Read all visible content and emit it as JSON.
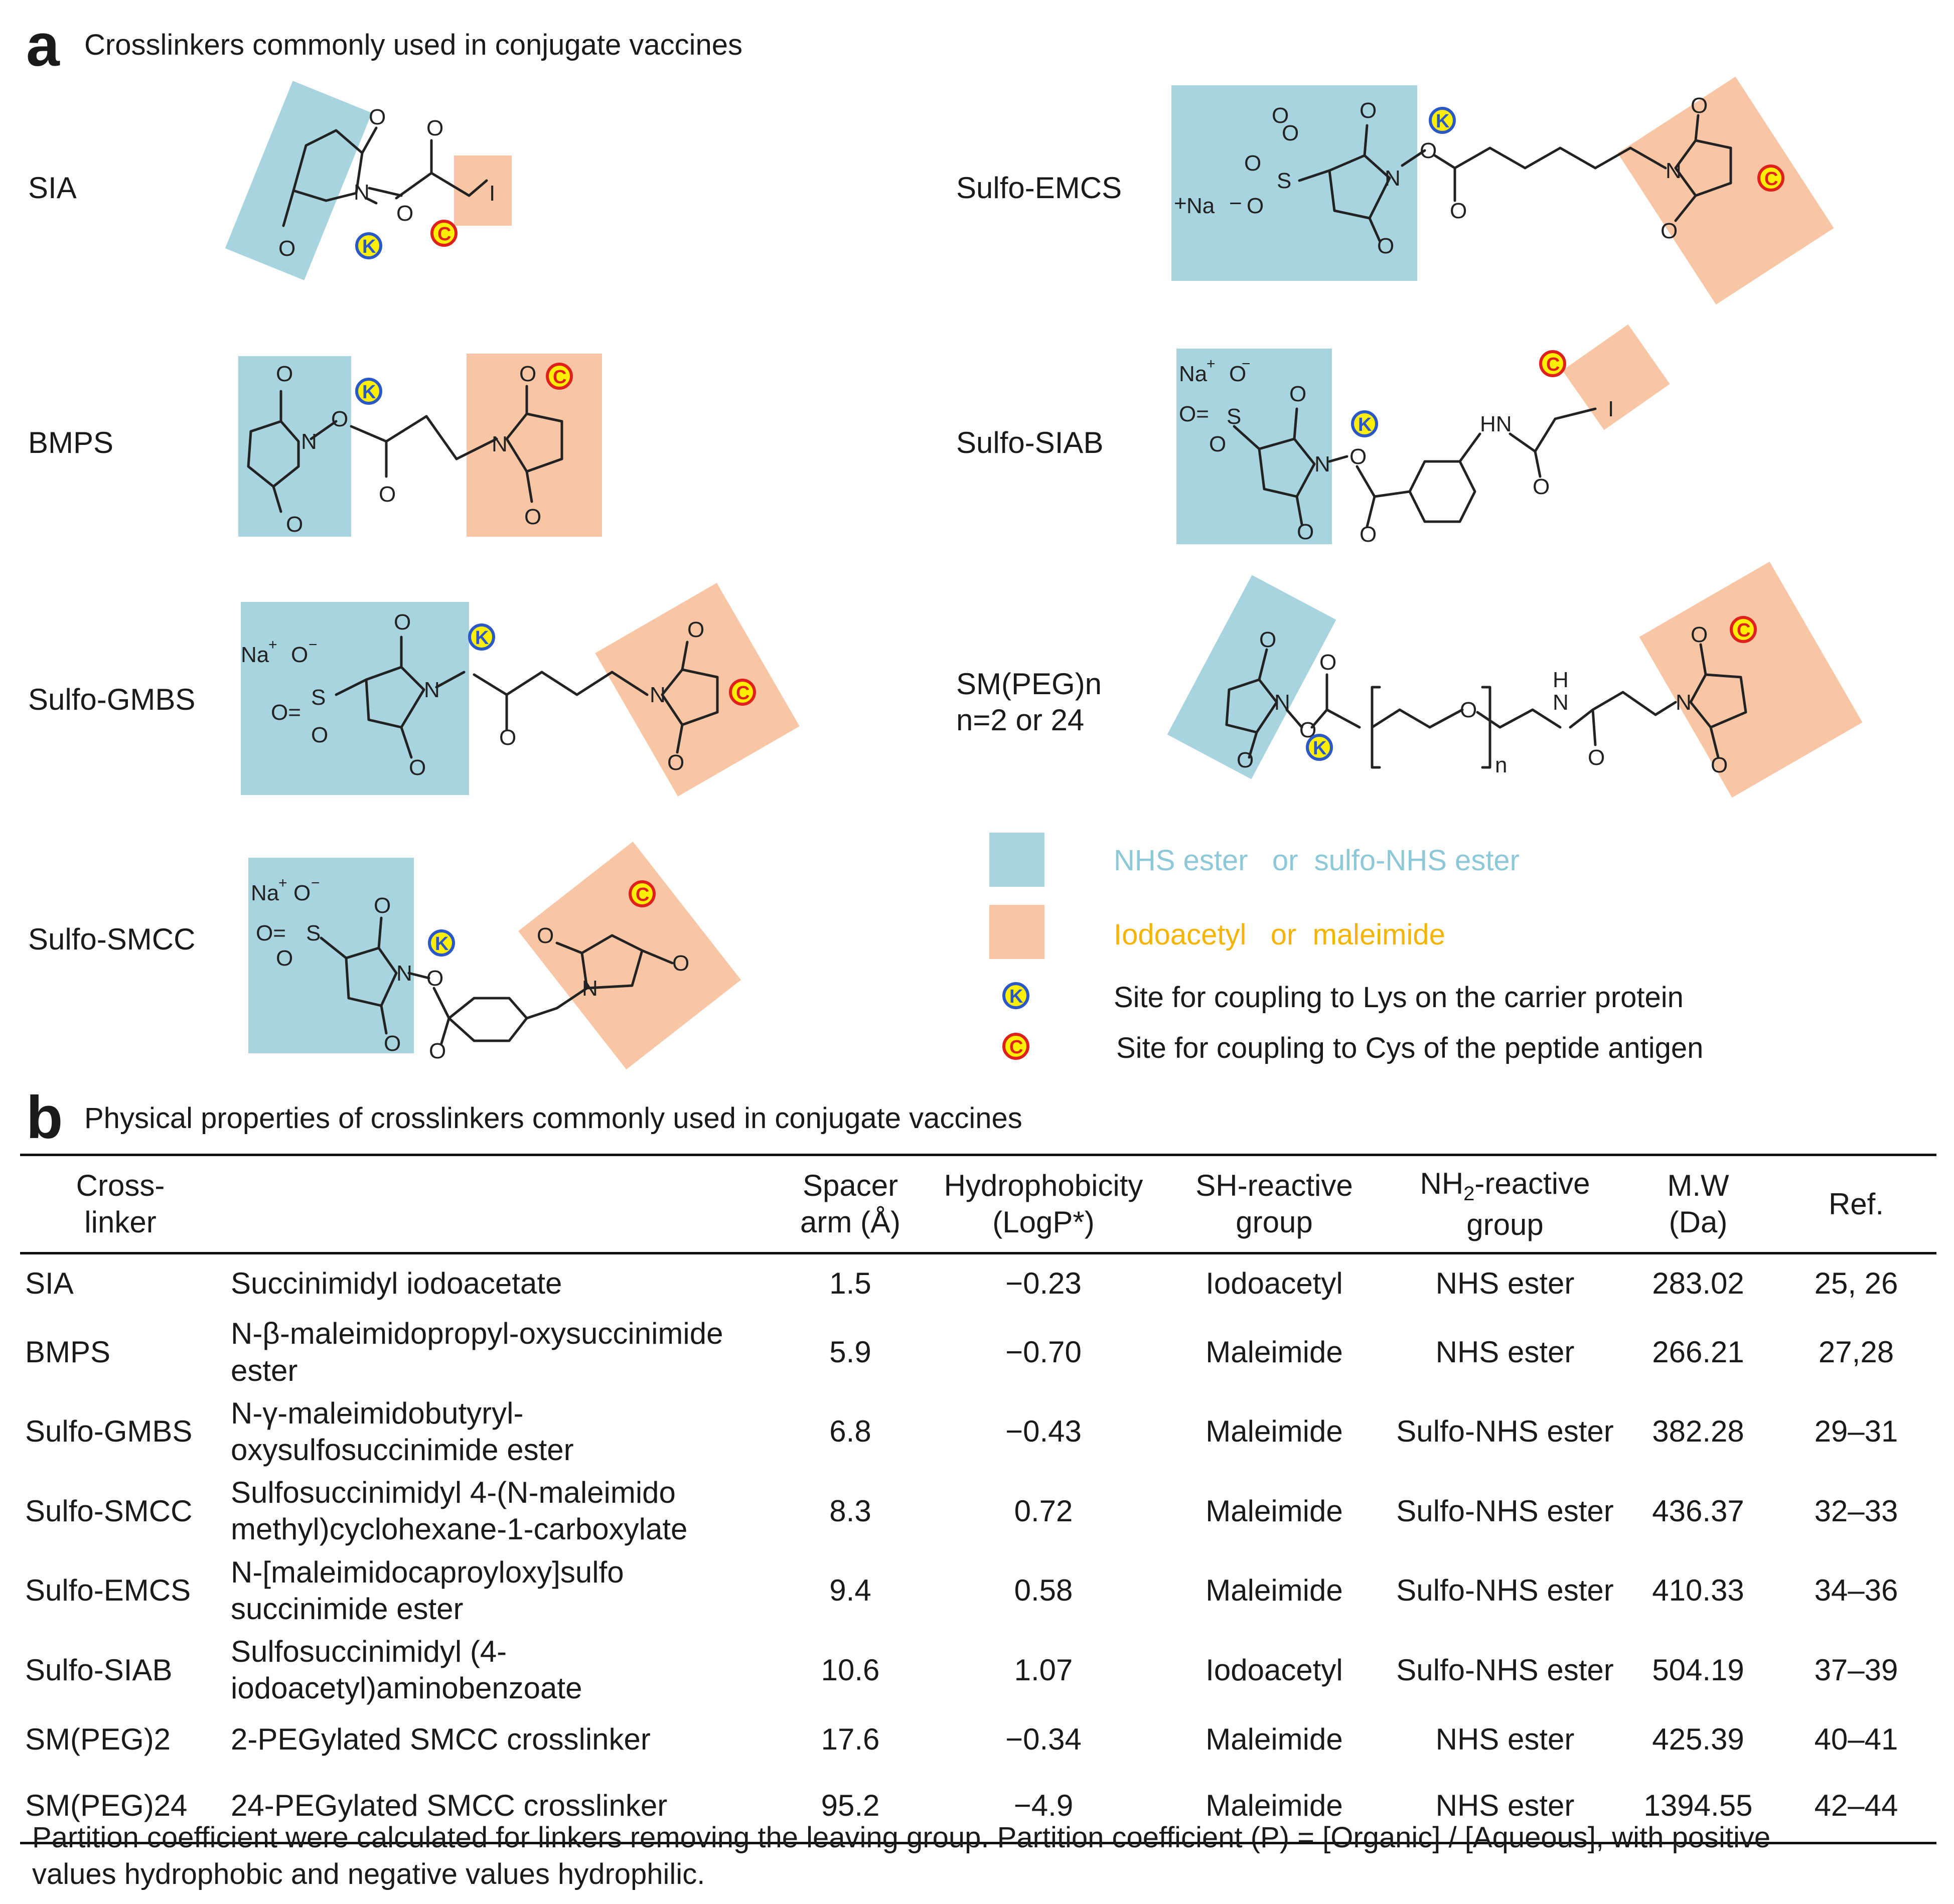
{
  "panel_a": {
    "letter": "a",
    "title": "Crosslinkers commonly used in conjugate vaccines",
    "molecules": {
      "sia": "SIA",
      "bmps": "BMPS",
      "sulfo_gmbs": "Sulfo-GMBS",
      "sulfo_smcc": "Sulfo-SMCC",
      "sulfo_emcs": "Sulfo-EMCS",
      "sulfo_siab": "Sulfo-SIAB",
      "sm_peg_line1": "SM(PEG)n",
      "sm_peg_line2": "n=2 or 24"
    },
    "legend": {
      "nhs": "NHS ester   or  sulfo-NHS ester",
      "iodo": "Iodoacetyl   or  maleimide",
      "k_site": "Site for coupling to Lys on the carrier protein",
      "c_site": "Site for coupling to Cys of the peptide antigen",
      "nhs_color": "#a8d4df",
      "iodo_color": "#f8c6a4",
      "nhs_text_color": "#8cc8d8",
      "iodo_text_color": "#f4b400"
    },
    "badges": {
      "k": "K",
      "c": "C"
    }
  },
  "panel_b": {
    "letter": "b",
    "title": "Physical properties of crosslinkers commonly used in conjugate vaccines",
    "headers": {
      "crosslinker_1": "Cross-",
      "crosslinker_2": "linker",
      "spacer_1": "Spacer",
      "spacer_2": "arm (Å)",
      "hydro_1": "Hydrophobicity",
      "hydro_2": "(LogP*)",
      "sh_1": "SH-reactive",
      "sh_2": "group",
      "nh_1a": "NH",
      "nh_1sub": "2",
      "nh_1b": "-reactive",
      "nh_2": "group",
      "mw_1": "M.W",
      "mw_2": "(Da)",
      "ref": "Ref."
    },
    "rows": [
      {
        "name": "SIA",
        "full": "Succinimidyl iodoacetate",
        "spacer": "1.5",
        "logp": "−0.23",
        "sh": "Iodoacetyl",
        "nh2": "NHS ester",
        "mw": "283.02",
        "ref": "25, 26"
      },
      {
        "name": "BMPS",
        "full": "N-β-maleimidopropyl-oxysuccinimide ester",
        "spacer": "5.9",
        "logp": "−0.70",
        "sh": "Maleimide",
        "nh2": "NHS ester",
        "mw": "266.21",
        "ref": "27,28"
      },
      {
        "name": "Sulfo-GMBS",
        "full": "N-γ-maleimidobutyryl-oxysulfosuccinimide ester",
        "spacer": "6.8",
        "logp": "−0.43",
        "sh": "Maleimide",
        "nh2": "Sulfo-NHS ester",
        "mw": "382.28",
        "ref": "29–31"
      },
      {
        "name": "Sulfo-SMCC",
        "full": "Sulfosuccinimidyl 4-(N-maleimido methyl)cyclohexane-1-carboxylate",
        "spacer": "8.3",
        "logp": "0.72",
        "sh": "Maleimide",
        "nh2": "Sulfo-NHS ester",
        "mw": "436.37",
        "ref": "32–33"
      },
      {
        "name": "Sulfo-EMCS",
        "full": "N-[maleimidocaproyloxy]sulfo succinimide ester",
        "spacer": "9.4",
        "logp": "0.58",
        "sh": "Maleimide",
        "nh2": "Sulfo-NHS ester",
        "mw": "410.33",
        "ref": "34–36"
      },
      {
        "name": "Sulfo-SIAB",
        "full": "Sulfosuccinimidyl (4-iodoacetyl)aminobenzoate",
        "spacer": "10.6",
        "logp": "1.07",
        "sh": "Iodoacetyl",
        "nh2": "Sulfo-NHS ester",
        "mw": "504.19",
        "ref": "37–39"
      },
      {
        "name": "SM(PEG)2",
        "full": "2-PEGylated SMCC crosslinker",
        "spacer": "17.6",
        "logp": "−0.34",
        "sh": "Maleimide",
        "nh2": "NHS ester",
        "mw": "425.39",
        "ref": "40–41"
      },
      {
        "name": "SM(PEG)24",
        "full": "24-PEGylated SMCC crosslinker",
        "spacer": "95.2",
        "logp": "−4.9",
        "sh": "Maleimide",
        "nh2": "NHS ester",
        "mw": "1394.55",
        "ref": "42–44"
      }
    ],
    "footnote": "Partition coefficient were calculated for linkers removing the leaving group. Partition coefficient (P) = [Organic] / [Aqueous], with positive values hydrophobic and negative values hydrophilic."
  }
}
